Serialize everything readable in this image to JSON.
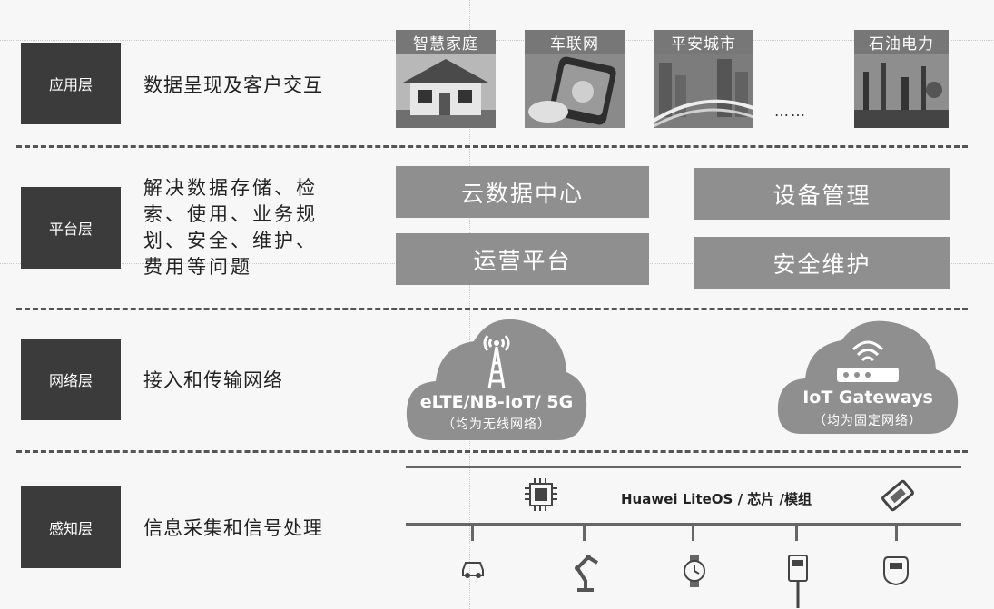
{
  "layers": [
    {
      "name": "应用层",
      "desc": "数据呈现及客户交互"
    },
    {
      "name": "平台层",
      "desc": [
        "解决数据存储、检",
        "索、使用、业务规",
        "划、安全、维护、",
        "费用等问题"
      ]
    },
    {
      "name": "网络层",
      "desc": "接入和传输网络"
    },
    {
      "name": "感知层",
      "desc": "信息采集和信号处理"
    }
  ],
  "apps": [
    "智慧家庭",
    "车联网",
    "平安城市",
    "石油电力"
  ],
  "apps_more": "……",
  "platform": [
    "云数据中心",
    "设备管理",
    "运营平台",
    "安全维护"
  ],
  "network": [
    {
      "main": "eLTE/NB-IoT/ 5G",
      "sub": "（均为无线网络）",
      "icon": "cell-tower-icon"
    },
    {
      "main": "IoT Gateways",
      "sub": "（均为固定网络）",
      "icon": "router-wifi-icon"
    }
  ],
  "perception": {
    "label": "Huawei LiteOS / 芯片 /模组",
    "icons": [
      "chip-icon",
      "module-icon"
    ],
    "devices": [
      "car-icon",
      "robot-arm-icon",
      "watch-icon",
      "meter-icon",
      "smart-meter-icon"
    ]
  },
  "colors": {
    "layer_box": "#3b3b3b",
    "platform_box": "#8f8f8f",
    "cloud": "#8f8f8f",
    "label_box": "#777777"
  }
}
